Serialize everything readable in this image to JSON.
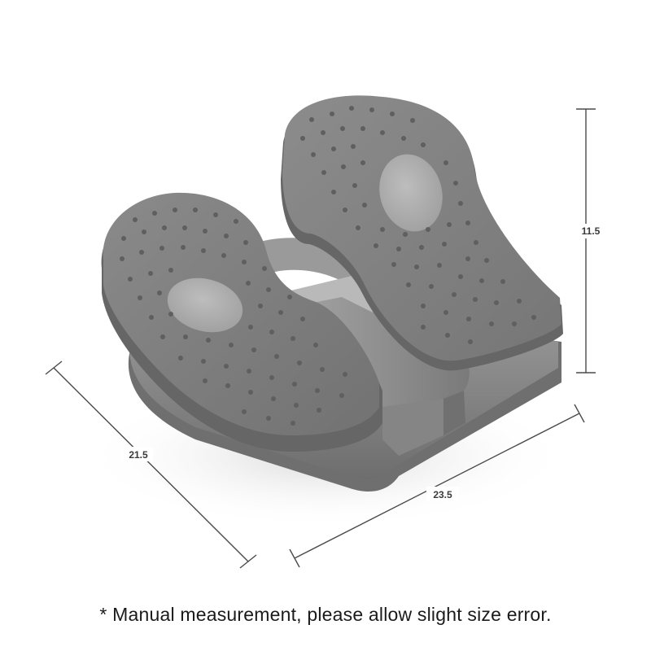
{
  "product": {
    "kind": "mini-stepper-pedal-exerciser",
    "body_color": "#8e8e8e",
    "footpad_color": "#7f7f7f",
    "insole_color": "#b0b0b0"
  },
  "dimensions": {
    "depth_label": "21.5",
    "width_label": "23.5",
    "height_label": "11.5"
  },
  "footnote": "* Manual measurement, please allow slight size error."
}
